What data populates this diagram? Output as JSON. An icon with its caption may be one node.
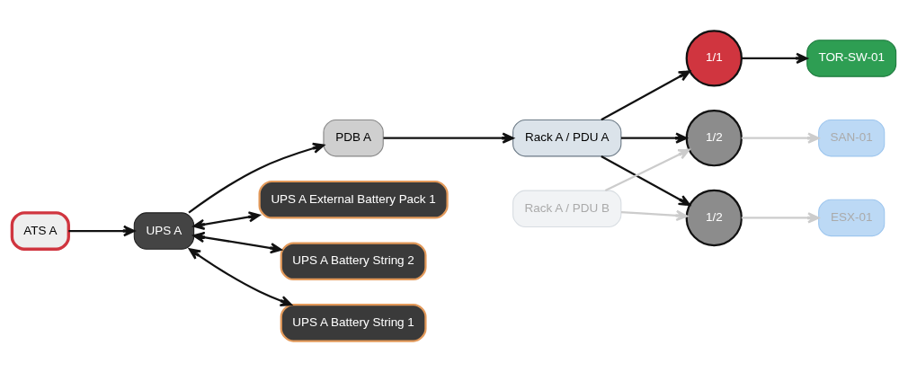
{
  "diagram": {
    "nodes": [
      {
        "text": [
          "ATS A"
        ]
      },
      {
        "text": [
          "UPS A"
        ]
      },
      {
        "text": [
          "PDB A"
        ]
      },
      {
        "text": [
          "UPS A External Battery Pack 1"
        ]
      },
      {
        "text": [
          "UPS A Battery String 2"
        ]
      },
      {
        "text": [
          "UPS A Battery String 1"
        ]
      },
      {
        "text": [
          "Rack A / PDU A"
        ]
      },
      {
        "text": [
          "Rack A / PDU B"
        ]
      },
      {
        "text": [
          "1/1"
        ]
      },
      {
        "text": [
          "1/2"
        ]
      },
      {
        "text": [
          "1/2"
        ]
      },
      {
        "text": [
          "TOR-SW-01"
        ]
      },
      {
        "text": [
          "ESX-01"
        ]
      },
      {
        "text": [
          "SAN-01"
        ]
      }
    ],
    "edges": [
      {
        "from": 0,
        "to": 1,
        "arrow": "to"
      },
      {
        "from": 1,
        "to": 2,
        "arrow": "to"
      },
      {
        "from": 1,
        "to": 3,
        "arrow": "both"
      },
      {
        "from": 1,
        "to": 4,
        "arrow": "both"
      },
      {
        "from": 1,
        "to": 5,
        "arrow": "both"
      },
      {
        "from": 2,
        "to": 6,
        "arrow": "to"
      },
      {
        "from": 6,
        "to": 8,
        "arrow": "to"
      },
      {
        "from": 6,
        "to": 9,
        "arrow": "to"
      },
      {
        "from": 6,
        "to": 10,
        "arrow": "to"
      },
      {
        "from": 7,
        "to": 9,
        "arrow": "to",
        "color": "#cccccc"
      },
      {
        "from": 7,
        "to": 10,
        "arrow": "to",
        "color": "#cccccc"
      },
      {
        "from": 8,
        "to": 11,
        "arrow": "to"
      },
      {
        "from": 9,
        "to": 12,
        "arrow": "to",
        "color": "#cccccc"
      },
      {
        "from": 10,
        "to": 13,
        "arrow": "to",
        "color": "#cccccc"
      }
    ]
  }
}
